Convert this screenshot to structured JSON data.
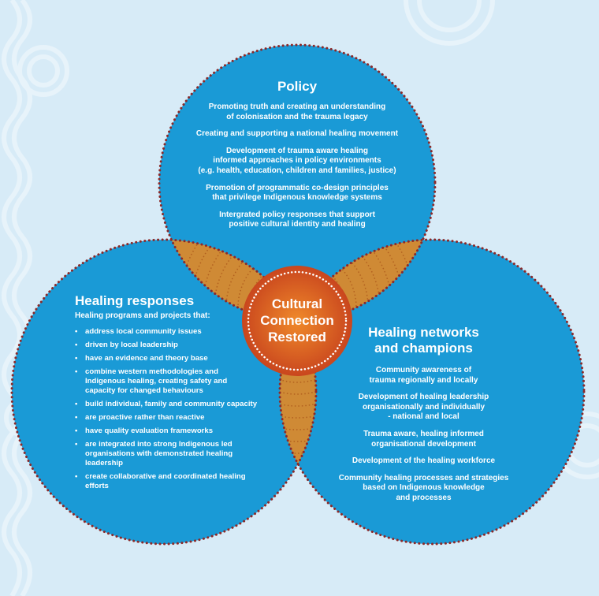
{
  "policy": {
    "title": "Policy",
    "items": [
      "Promoting truth and creating an understanding\nof colonisation and the trauma legacy",
      "Creating and supporting a national healing movement",
      "Development of trauma aware healing\ninformed approaches in policy environments\n(e.g. health, education, children and families, justice)",
      "Promotion of programmatic co-design principles\nthat privilege Indigenous knowledge systems",
      "Intergrated policy responses that support\npositive cultural identity and healing"
    ]
  },
  "center": {
    "title": "Cultural\nConnection\nRestored"
  },
  "healing_responses": {
    "title": "Healing responses",
    "intro": "Healing programs and projects that:",
    "bullet_glyph": "•",
    "items": [
      "address local community issues",
      "driven by local leadership",
      "have an evidence and theory base",
      "combine western methodologies and\nIndigenous healing, creating safety and\ncapacity for changed behaviours",
      "build individual, family and community capacity",
      "are proactive rather than reactive",
      "have quality evaluation frameworks",
      "are integrated into strong Indigenous led\norganisations with demonstrated healing\nleadership",
      "create collaborative and coordinated healing\nefforts"
    ]
  },
  "healing_networks": {
    "title": "Healing networks\nand champions",
    "items": [
      "Community awareness of\ntrauma regionally and locally",
      "Development of healing leadership\norganisationally and individually\n- national and local",
      "Trauma aware, healing informed\norganisational development",
      "Development of the healing workforce",
      "Community healing processes and strategies\nbased on Indigenous knowledge\nand processes"
    ]
  },
  "colors": {
    "background": "#d7ebf7",
    "circle_fill": "#1a9ad6",
    "overlap_fill": "#cf8a35",
    "center_fill": "#d65a24",
    "dot_border": "#8b2a2a",
    "text": "#ffffff"
  }
}
